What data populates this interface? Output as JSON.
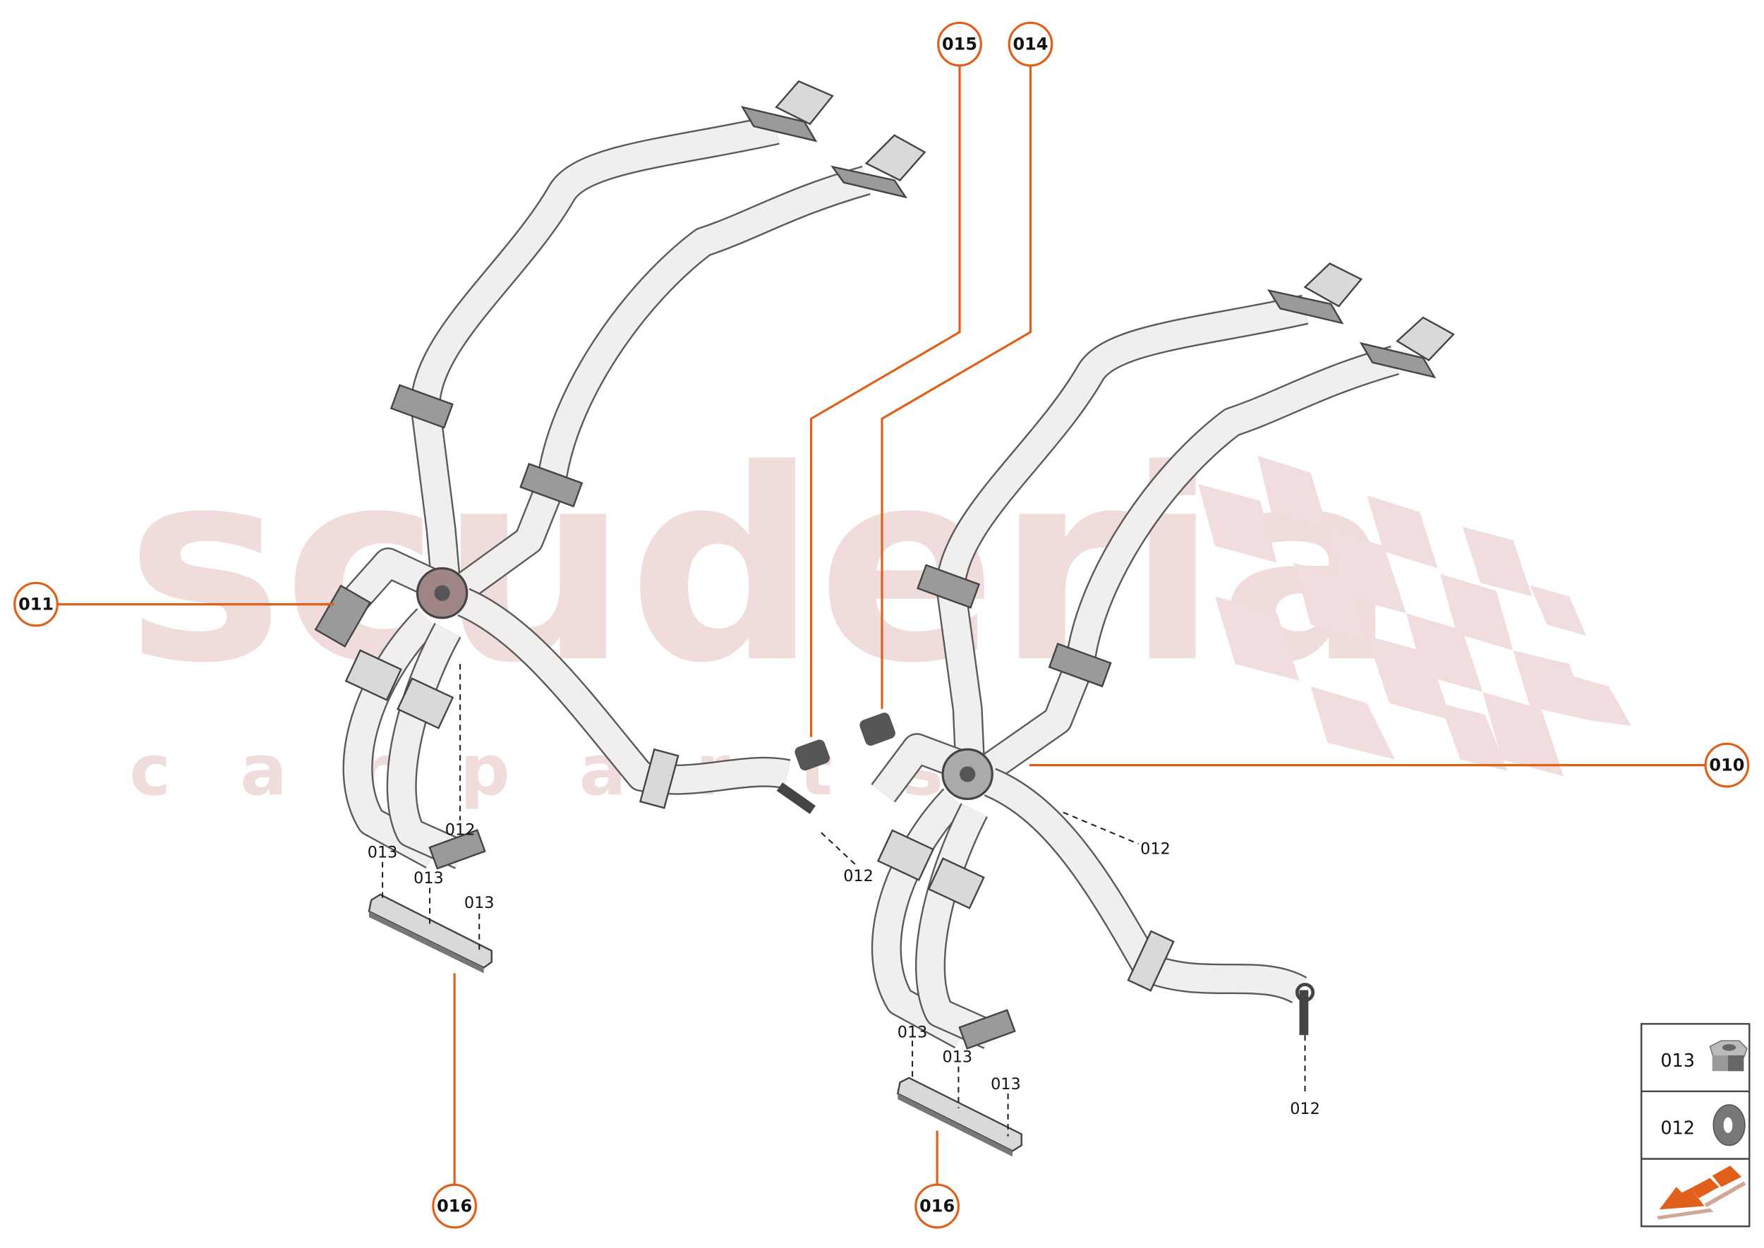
{
  "watermark": {
    "brand": "scuderia",
    "sub": "c a r p a r t s"
  },
  "callouts": {
    "c015": "015",
    "c014": "014",
    "c011": "011",
    "c010": "010",
    "c016_left": "016",
    "c016_right": "016"
  },
  "labels": {
    "l012_a": "012",
    "l012_b": "012",
    "l012_c": "012",
    "l012_d": "012",
    "l013_a": "013",
    "l013_b": "013",
    "l013_c": "013",
    "l013_d": "013",
    "l013_e": "013",
    "l013_f": "013"
  },
  "legend": {
    "rows": [
      {
        "code": "013",
        "icon": "flange-nut-icon"
      },
      {
        "code": "012",
        "icon": "washer-icon"
      },
      {
        "code": "",
        "icon": "direction-arrow-icon"
      }
    ]
  },
  "colors": {
    "accent": "#e0601a",
    "watermark": "#f1dcdc"
  }
}
